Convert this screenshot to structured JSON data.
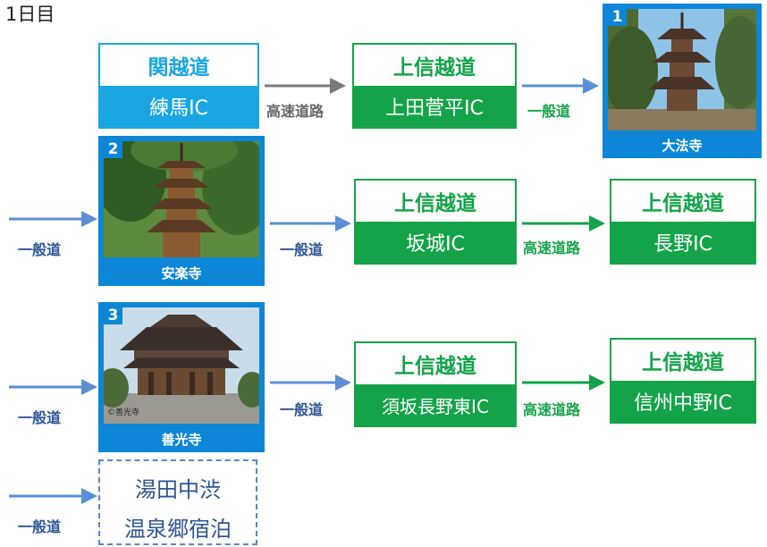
{
  "day_label": "1日目",
  "routes": {
    "kanetsu": {
      "name": "関越道",
      "ic": "練馬IC"
    },
    "joshinetsu_ueda": {
      "name": "上信越道",
      "ic": "上田菅平IC"
    },
    "joshinetsu_sakaki": {
      "name": "上信越道",
      "ic": "坂城IC"
    },
    "joshinetsu_nagano": {
      "name": "上信越道",
      "ic": "長野IC"
    },
    "joshinetsu_suzaka": {
      "name": "上信越道",
      "ic": "須坂長野東IC"
    },
    "joshinetsu_shinshu": {
      "name": "上信越道",
      "ic": "信州中野IC"
    }
  },
  "arrow_labels": {
    "expressway": "高速道路",
    "general_road": "一般道"
  },
  "stops": [
    {
      "number": "1",
      "name": "大法寺",
      "credit": ""
    },
    {
      "number": "2",
      "name": "安楽寺",
      "credit": ""
    },
    {
      "number": "3",
      "name": "善光寺",
      "credit": "©善光寺"
    }
  ],
  "lodging": {
    "line1": "湯田中渋",
    "line2": "温泉郷宿泊"
  },
  "colors": {
    "highway_blue": "#1aa6e2",
    "highway_green": "#15a34a",
    "photo_frame": "#0d86d7",
    "general_arrow": "#5b8fd6",
    "expressway_arrow_gray": "#7b7b7b",
    "label_navy": "#2f5597"
  }
}
